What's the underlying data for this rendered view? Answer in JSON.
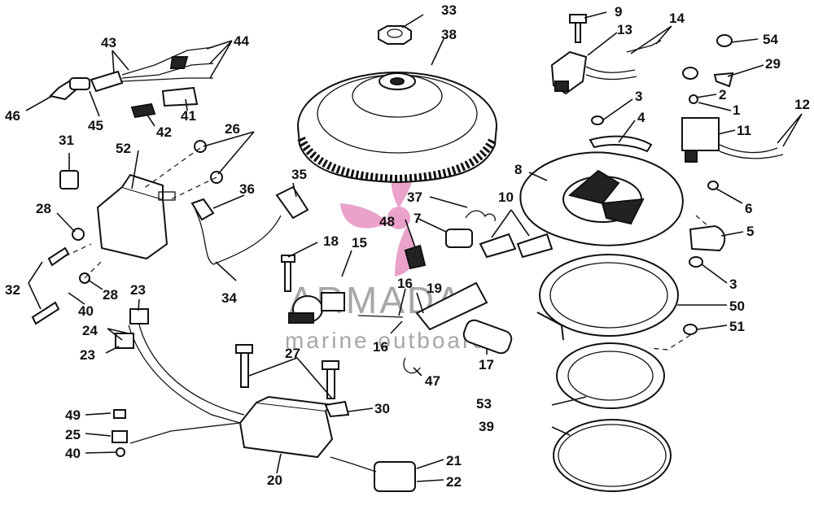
{
  "watermark": {
    "brand": "ARMADA",
    "tagline": "marine outboards",
    "logo_color": "#e58bbf",
    "text_color": "#8a8a8a"
  },
  "callouts": {
    "c1": "1",
    "c2": "2",
    "c3a": "3",
    "c3b": "3",
    "c4": "4",
    "c5": "5",
    "c6": "6",
    "c7": "7",
    "c8": "8",
    "c9": "9",
    "c10": "10",
    "c11": "11",
    "c12": "12",
    "c13": "13",
    "c14": "14",
    "c15": "15",
    "c16a": "16",
    "c16b": "16",
    "c17": "17",
    "c18": "18",
    "c19": "19",
    "c20": "20",
    "c21": "21",
    "c22": "22",
    "c23a": "23",
    "c23b": "23",
    "c24": "24",
    "c25": "25",
    "c26": "26",
    "c27": "27",
    "c28a": "28",
    "c28b": "28",
    "c29": "29",
    "c30": "30",
    "c31": "31",
    "c32": "32",
    "c33": "33",
    "c34": "34",
    "c35": "35",
    "c36": "36",
    "c37": "37",
    "c38": "38",
    "c39": "39",
    "c40a": "40",
    "c40b": "40",
    "c41": "41",
    "c42": "42",
    "c43": "43",
    "c44": "44",
    "c45": "45",
    "c46": "46",
    "c47": "47",
    "c48": "48",
    "c49": "49",
    "c50": "50",
    "c51": "51",
    "c52": "52",
    "c53": "53",
    "c54": "54"
  }
}
